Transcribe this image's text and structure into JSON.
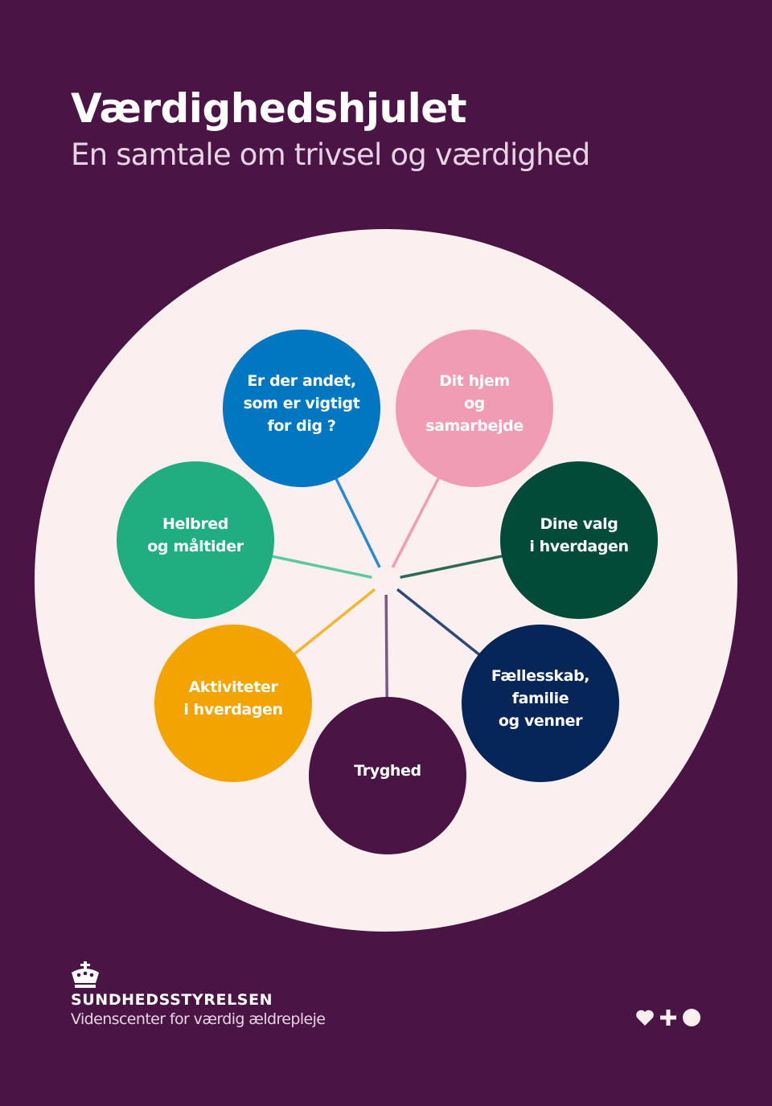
{
  "header": {
    "title": "Værdighedshjulet",
    "subtitle": "En samtale om trivsel og værdighed"
  },
  "colors": {
    "background": "#4a1545",
    "wheel_background": "#fcefef",
    "hub": "#fcefef"
  },
  "wheel": {
    "nodes": [
      {
        "id": "other",
        "label": "Er der andet,\nsom er vigtigt\nfor dig ?",
        "color": "#0077c0",
        "line_color": "#2a8ad0"
      },
      {
        "id": "home",
        "label": "Dit hjem\nog\nsamarbejde",
        "color": "#f19cb5",
        "line_color": "#f19cb5"
      },
      {
        "id": "choices",
        "label": "Dine valg\ni hverdagen",
        "color": "#024b38",
        "line_color": "#2c6a55"
      },
      {
        "id": "community",
        "label": "Fællesskab,\nfamilie\nog venner",
        "color": "#06265a",
        "line_color": "#2d4a78"
      },
      {
        "id": "safety",
        "label": "Tryghed",
        "color": "#4a1545",
        "line_color": "#7a5a80"
      },
      {
        "id": "activities",
        "label": "Aktiviteter\ni hverdagen",
        "color": "#f4a400",
        "line_color": "#f4b530"
      },
      {
        "id": "health",
        "label": "Helbred\nog måltider",
        "color": "#20ae80",
        "line_color": "#5cc9a2"
      }
    ]
  },
  "footer": {
    "org_name": "SUNDHEDSSTYRELSEN",
    "org_subtitle": "Videnscenter for værdig ældrepleje",
    "logo_icon": "crown-icon",
    "brand_icons": [
      "heart-icon",
      "plus-icon",
      "circle-icon"
    ]
  }
}
